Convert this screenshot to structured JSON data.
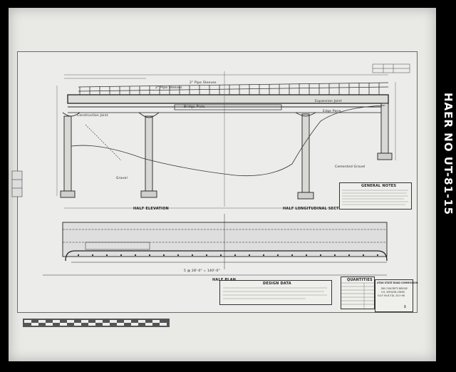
{
  "side_label": "HAER NO UT-81-15",
  "drawing": {
    "elevation_title": "HALF ELEVATION",
    "section_title": "HALF LONGITUDINAL SECTION",
    "plan_title": "HALF PLAN",
    "design_data_title": "DESIGN DATA",
    "quantities_title": "QUANTITIES",
    "general_notes_title": "GENERAL NOTES",
    "labels": {
      "gravel_left": "Gravel",
      "gravel_right": "Cemented Gravel",
      "rail_top": "2\" Pipe Sleeves",
      "expansion_joint": "Expansion Joint",
      "construction_joint": "Construction Joint",
      "edge_pane": "Edge Pane",
      "bridge_plate": "Bridge Plate",
      "dim_total": "5 @ 28'-0\" = 140'-0\""
    },
    "title_block": {
      "agency": "UTAH STATE ROAD COMMISSION",
      "line2": "RIB CONCRETE BRIDGE",
      "line3": "S.R. VERSION CREEK",
      "line4": "F.A.P. 90-B  STA. 251+96"
    },
    "sheet_no": "5"
  }
}
